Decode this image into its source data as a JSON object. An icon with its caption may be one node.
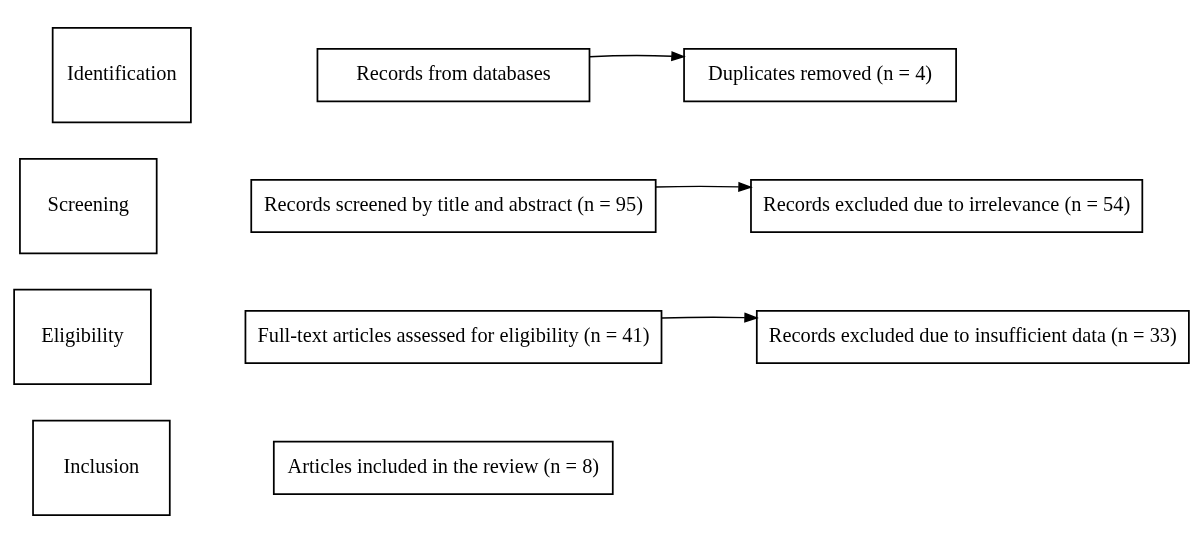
{
  "diagram": {
    "nodes": [
      {
        "text": [
          "Identification"
        ]
      },
      {
        "text": [
          "Records from databases"
        ]
      },
      {
        "text": [
          "Duplicates removed (n = 4)"
        ]
      },
      {
        "text": [
          "Screening"
        ]
      },
      {
        "text": [
          "Records screened by title and abstract (n = 95)"
        ]
      },
      {
        "text": [
          "Records excluded due to irrelevance (n = 54)"
        ]
      },
      {
        "text": [
          "Eligibility"
        ]
      },
      {
        "text": [
          "Full-text articles assessed for eligibility (n = 41)"
        ]
      },
      {
        "text": [
          "Records excluded due to insufficient data (n = 33)"
        ]
      },
      {
        "text": [
          "Inclusion"
        ]
      },
      {
        "text": [
          "Articles included in the review (n = 8)"
        ]
      }
    ],
    "edges": [
      {
        "from": 1,
        "to": 2,
        "arrow": "to"
      },
      {
        "from": 4,
        "to": 5,
        "arrow": "to"
      },
      {
        "from": 7,
        "to": 8,
        "arrow": "to"
      }
    ]
  }
}
